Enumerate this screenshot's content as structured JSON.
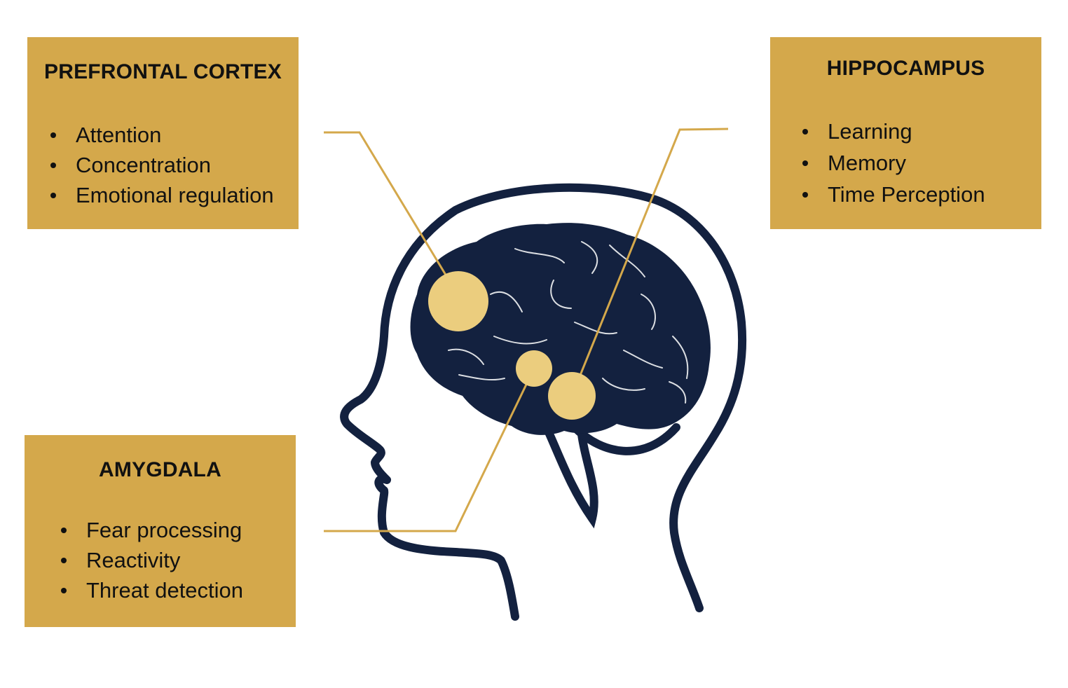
{
  "regions": {
    "prefrontal_cortex": {
      "title": "PREFRONTAL CORTEX",
      "items": [
        "Attention",
        "Concentration",
        "Emotional regulation"
      ]
    },
    "hippocampus": {
      "title": "HIPPOCAMPUS",
      "items": [
        "Learning",
        "Memory",
        "Time Perception"
      ]
    },
    "amygdala": {
      "title": "AMYGDALA",
      "items": [
        "Fear processing",
        "Reactivity",
        "Threat detection"
      ]
    }
  },
  "colors": {
    "box_fill": "#d4a84b",
    "brain_fill": "#13213f",
    "head_outline": "#13213f",
    "highlight_circle": "#ebcd7e",
    "connector_line": "#d4a84b"
  },
  "icons": [
    "head-silhouette-icon",
    "brain-icon"
  ]
}
